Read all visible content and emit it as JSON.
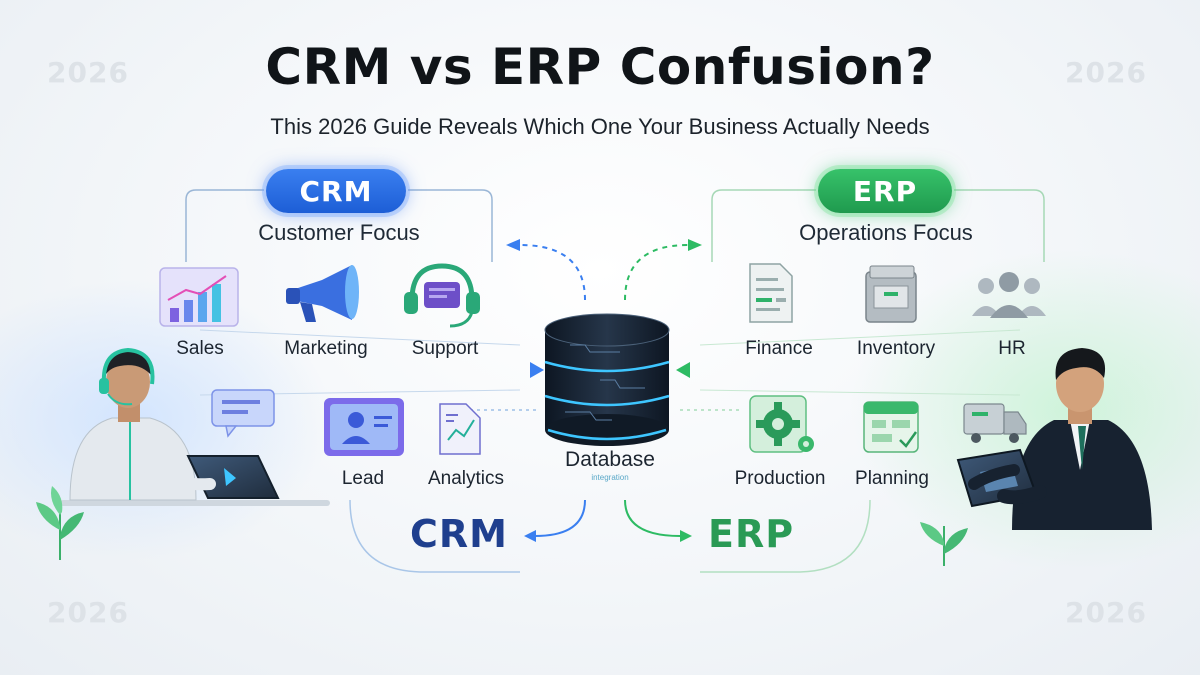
{
  "header": {
    "title": "CRM vs ERP Confusion?",
    "subtitle": "This 2026 Guide Reveals Which One Your Business Actually Needs"
  },
  "watermarks": [
    "2026",
    "2026",
    "2026",
    "2026"
  ],
  "crm": {
    "pill": "CRM",
    "focus": "Customer Focus",
    "modules": [
      "Sales",
      "Marketing",
      "Support",
      "Lead",
      "Analytics"
    ],
    "bottom_label": "CRM",
    "color": "#1d5ed6"
  },
  "erp": {
    "pill": "ERP",
    "focus": "Operations Focus",
    "modules": [
      "Finance",
      "Inventory",
      "HR",
      "Production",
      "Planning"
    ],
    "bottom_label": "ERP",
    "color": "#1f9a4e"
  },
  "center": {
    "label": "Database",
    "sublabel": "integration"
  },
  "icons": {
    "sales": "bar-chart-icon",
    "marketing": "megaphone-icon",
    "support": "headset-icon",
    "lead": "user-card-icon",
    "analytics": "document-chart-icon",
    "finance": "ledger-icon",
    "inventory": "boxes-icon",
    "hr": "team-icon",
    "production": "gear-icon",
    "planning": "calendar-icon",
    "delivery": "truck-icon",
    "chat": "chat-bubble-icon",
    "database": "database-icon"
  }
}
